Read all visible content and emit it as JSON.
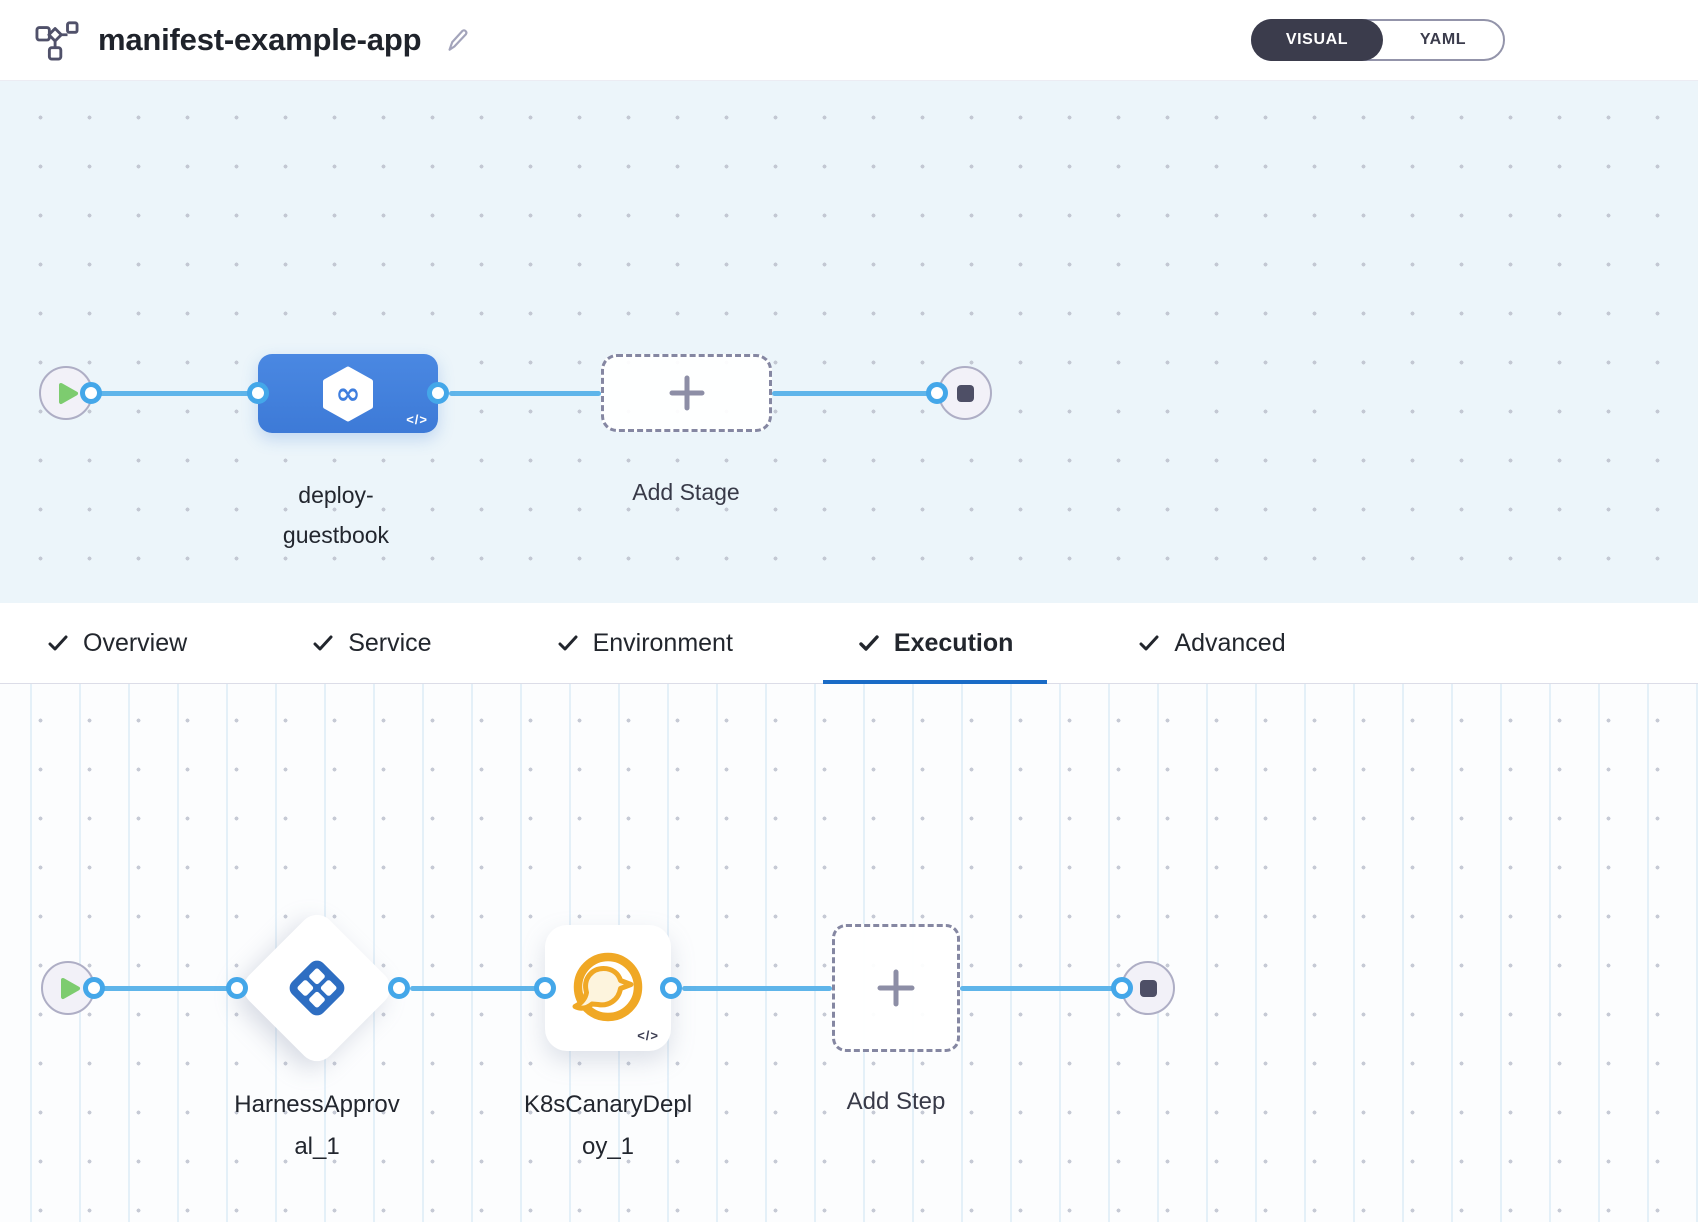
{
  "header": {
    "title": "manifest-example-app",
    "view_toggle": {
      "visual_label": "VISUAL",
      "yaml_label": "YAML",
      "selected": "VISUAL"
    }
  },
  "stage_pipeline": {
    "stage_name_line1": "deploy-",
    "stage_name_line2": "guestbook",
    "add_stage_label": "Add Stage",
    "code_badge": "</>"
  },
  "tabs": {
    "items": [
      {
        "label": "Overview",
        "checked": true
      },
      {
        "label": "Service",
        "checked": true
      },
      {
        "label": "Environment",
        "checked": true
      },
      {
        "label": "Execution",
        "checked": true
      },
      {
        "label": "Advanced",
        "checked": true
      }
    ],
    "active": "Execution"
  },
  "execution_pipeline": {
    "step1_name_line1": "HarnessApprov",
    "step1_name_line2": "al_1",
    "step2_name_line1": "K8sCanaryDepl",
    "step2_name_line2": "oy_1",
    "add_step_label": "Add Step",
    "code_badge": "</>"
  },
  "colors": {
    "stage_node_blue": "#427cde",
    "connector_blue": "#5fb5ea",
    "active_tab_underline": "#1a6bc6",
    "toggle_dark": "#3b3c4c",
    "play_green": "#7dcc6f",
    "approval_icon_blue": "#2e6ec2",
    "canary_icon_orange": "#f0a825",
    "canvas_top_bg": "#ecf5fa",
    "canvas_bottom_bg": "#fcfdfe"
  }
}
